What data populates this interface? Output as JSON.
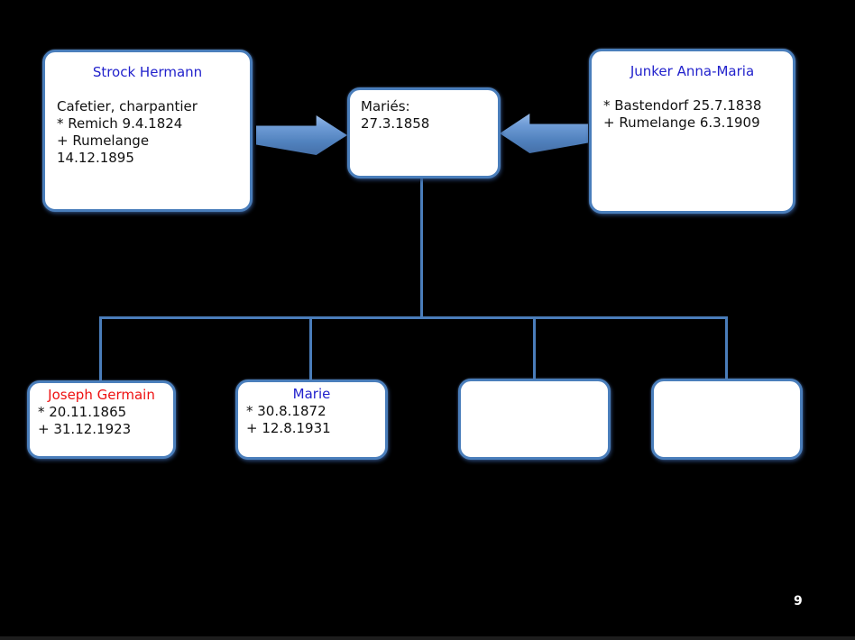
{
  "page": {
    "number": "9",
    "background": "#000000"
  },
  "colors": {
    "box_border": "#4A7EBB",
    "connector_line": "#4A7DBA",
    "arrow_fill_top": "#96B9E6",
    "arrow_fill_bottom": "#456FA8",
    "name_blue": "#2222CC",
    "name_red": "#EE1111",
    "body_text": "#111111",
    "page_number_color": "#FFFFFF"
  },
  "family_tree": {
    "father": {
      "title": "Strock Hermann",
      "title_color": "#2222CC",
      "lines": [
        "Cafetier, charpantier",
        "* Remich 9.4.1824",
        "+ Rumelange",
        "14.12.1895"
      ]
    },
    "marriage": {
      "lines": [
        "Mariés:",
        "27.3.1858"
      ]
    },
    "mother": {
      "title": "Junker Anna-Maria",
      "title_color": "#2222CC",
      "lines": [
        "* Bastendorf 25.7.1838",
        "+ Rumelange 6.3.1909"
      ]
    },
    "children": [
      {
        "title": "Joseph Germain",
        "title_color": "#EE1111",
        "lines": [
          "* 20.11.1865",
          "+ 31.12.1923"
        ]
      },
      {
        "title": "Marie",
        "title_color": "#2222CC",
        "lines": [
          "* 30.8.1872",
          "+ 12.8.1931"
        ]
      },
      {
        "title": "",
        "title_color": "",
        "lines": []
      },
      {
        "title": "",
        "title_color": "",
        "lines": []
      }
    ]
  }
}
